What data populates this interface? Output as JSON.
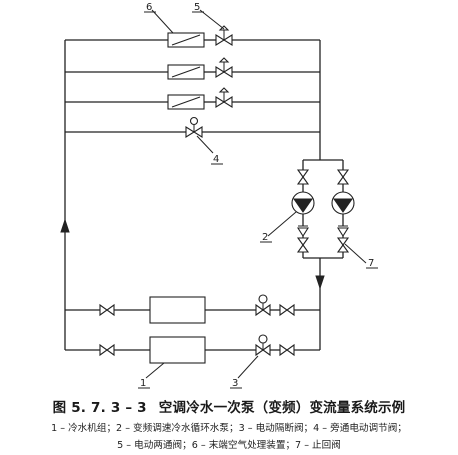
{
  "labels": {
    "l1": "1",
    "l2": "2",
    "l3": "3",
    "l4": "4",
    "l5": "5",
    "l6": "6",
    "l7": "7"
  },
  "caption": {
    "figure_no": "图 5. 7. 3 – 3",
    "title": "空调冷水一次泵（变频）变流量系统示例"
  },
  "legend": {
    "line1": "1 – 冷水机组；2 – 变频调速冷水循环水泵；3 – 电动隔断阀；4 – 旁通电动调节阀；",
    "line2": "5 – 电动两通阀；6 – 末端空气处理装置；7 – 止回阀"
  }
}
